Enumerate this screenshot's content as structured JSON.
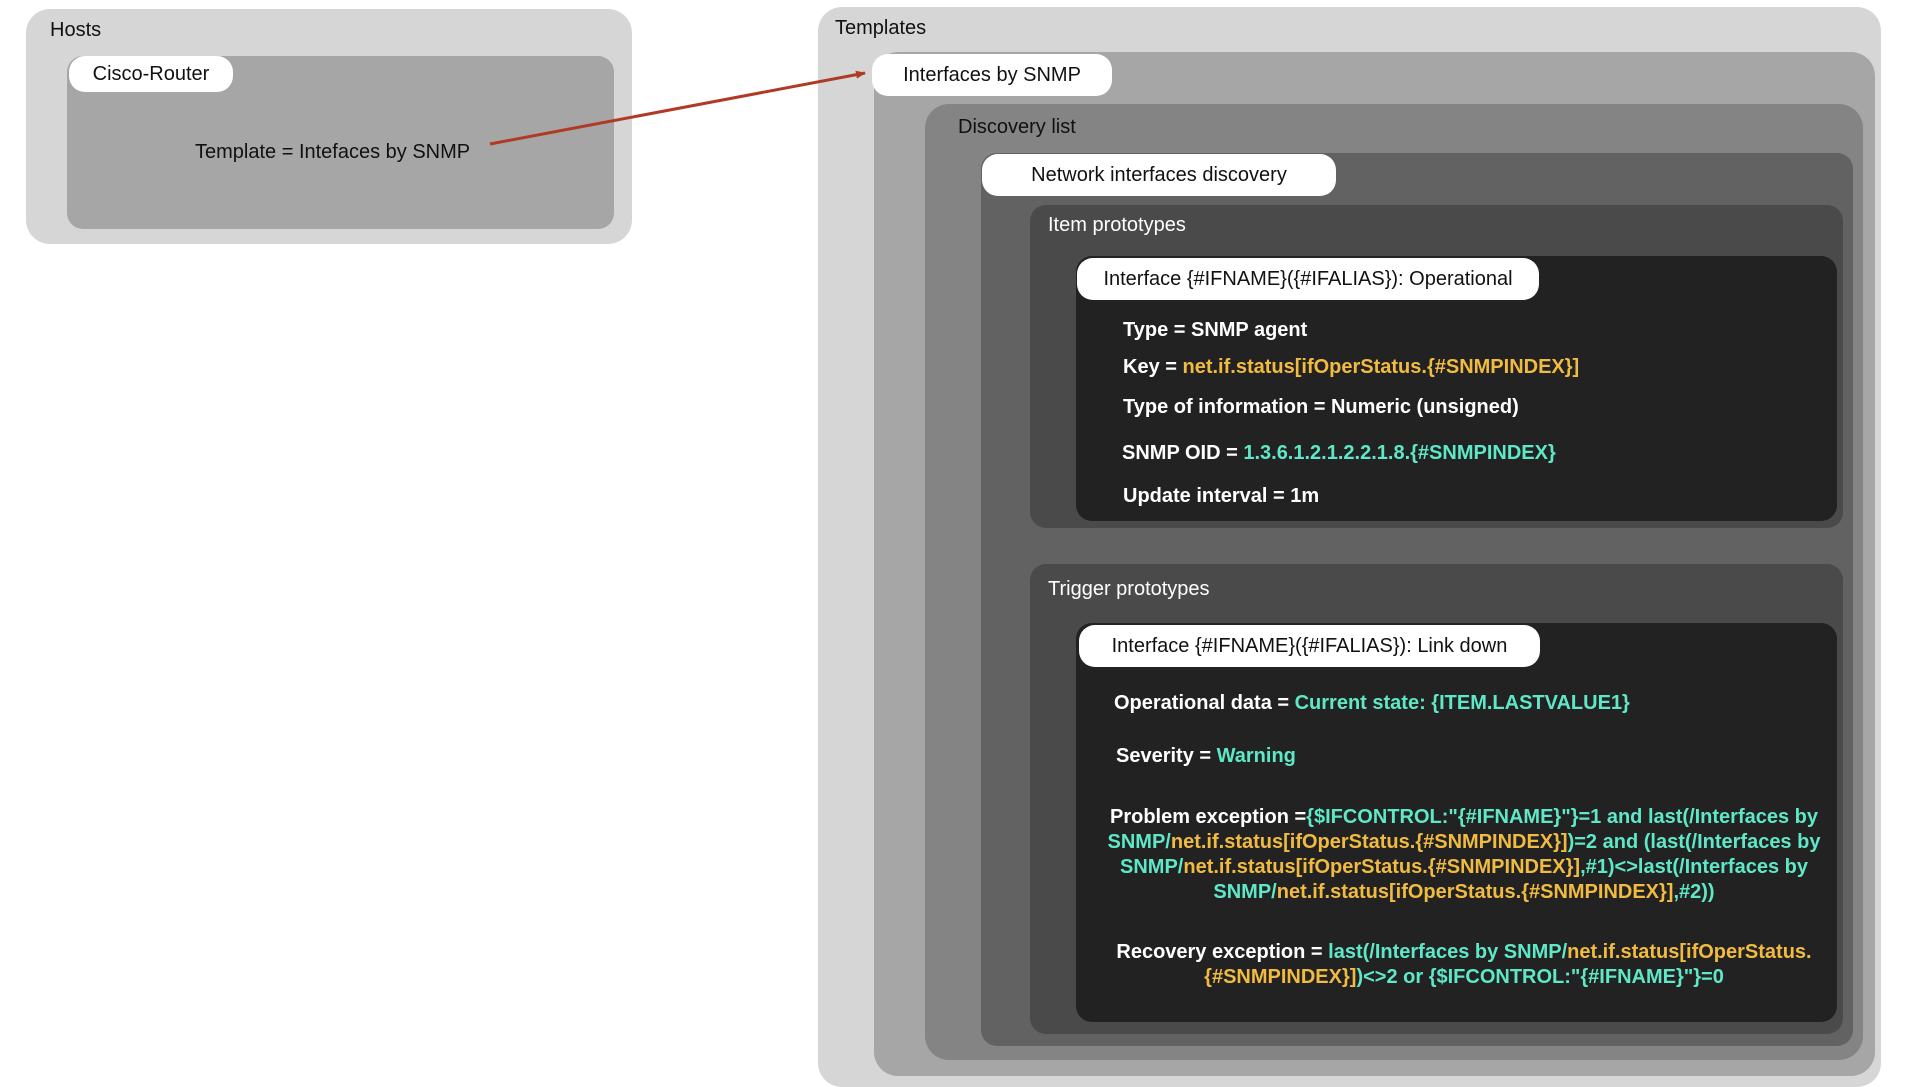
{
  "hosts": {
    "title": "Hosts",
    "host": {
      "name": "Cisco-Router",
      "template_line": "Template = Intefaces by SNMP"
    }
  },
  "templates": {
    "title": "Templates",
    "template_name": "Interfaces by SNMP",
    "discovery_list": {
      "title": "Discovery list",
      "rule_name": "Network interfaces discovery",
      "item_prototypes": {
        "title": "Item prototypes",
        "item_name": "Interface {#IFNAME}({#IFALIAS}): Operational",
        "type": "Type = SNMP agent",
        "key_label": "Key = ",
        "key_value": "net.if.status[ifOperStatus.{#SNMPINDEX}]",
        "type_of_information": "Type of information = Numeric (unsigned)",
        "snmp_oid_label": "SNMP OID = ",
        "snmp_oid_value": "1.3.6.1.2.1.2.2.1.8.{#SNMPINDEX}",
        "update_interval": "Update interval = 1m"
      },
      "trigger_prototypes": {
        "title": "Trigger prototypes",
        "trigger_name": "Interface {#IFNAME}({#IFALIAS}): Link down",
        "operational_data_label": "Operational data = ",
        "operational_data_value": "Current state: {ITEM.LASTVALUE1}",
        "severity_label": "Severity = ",
        "severity_value": "Warning",
        "problem_label": "Problem exception =",
        "problem_p1": "{$IFCONTROL:\"{#IFNAME}\"}=1 and last(/Interfaces by",
        "problem_p2": "SNMP/",
        "problem_p3": "net.if.status[ifOperStatus.{#SNMPINDEX}]",
        "problem_p4": ")=2 and (last(/Interfaces by",
        "problem_p5": "SNMP/",
        "problem_p6": "net.if.status[ifOperStatus.{#SNMPINDEX}]",
        "problem_p7": ",#1)<>last(/Interfaces by",
        "problem_p8": "SNMP/",
        "problem_p9": "net.if.status[ifOperStatus.{#SNMPINDEX}]",
        "problem_p10": ",#2))",
        "recovery_label": "Recovery exception = ",
        "recovery_p1": "last(/Interfaces by SNMP/",
        "recovery_p2": "net.if.status[ifOperStatus.",
        "recovery_p3": "{#SNMPINDEX}]",
        "recovery_p4": ")<>2 or {$IFCONTROL:\"{#IFNAME}\"}=0"
      }
    }
  },
  "colors": {
    "key_highlight": "#f1bb41",
    "value_highlight": "#5ee8c7",
    "arrow": "#b03a26"
  }
}
